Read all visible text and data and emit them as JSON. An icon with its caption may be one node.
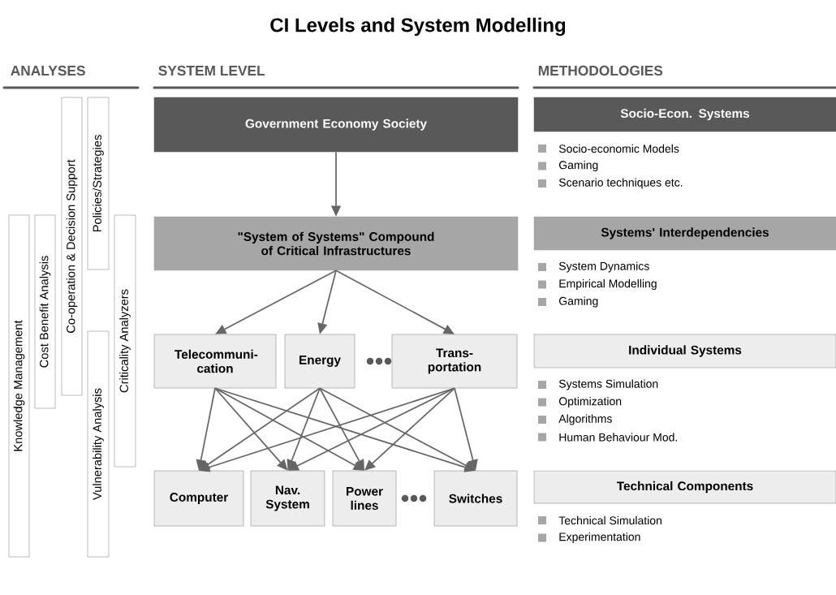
{
  "diagram": {
    "title": "CI Levels and System Modelling",
    "nodes": [
      {
        "text": [
          "Government Economy Society"
        ]
      },
      {
        "text": [
          "\"System of Systems\" Compound of Critical Infrastructures"
        ]
      },
      {
        "text": [
          "Telecommuni- cation"
        ]
      },
      {
        "text": [
          "Energy"
        ]
      },
      {
        "text": [
          "Trans- portation"
        ]
      },
      {
        "text": [
          "Computer"
        ]
      },
      {
        "text": [
          "Nav. System"
        ]
      },
      {
        "text": [
          "Power lines"
        ]
      },
      {
        "text": [
          "Switches"
        ]
      },
      {
        "text": [
          "Socio-Econ. Systems"
        ],
        "beside": [
          "Socio-economic Models",
          "Gaming",
          "Scenario techniques etc."
        ]
      },
      {
        "text": [
          "Systems' Interdependencies"
        ],
        "beside": [
          "System Dynamics",
          "Empirical Modelling",
          "Gaming"
        ]
      },
      {
        "text": [
          "Individual Systems"
        ],
        "beside": [
          "Systems Simulation",
          "Optimization",
          "Algorithms",
          "Human Behaviour Mod."
        ]
      },
      {
        "text": [
          "Technical Components"
        ],
        "beside": [
          "Technical Simulation",
          "Experimentation"
        ]
      },
      {
        "text": [
          "Knowledge Management"
        ]
      },
      {
        "text": [
          "Cost Benefit Analysis"
        ]
      },
      {
        "text": [
          "Co-operation & Decision Support"
        ]
      },
      {
        "text": [
          "Policies/Strategies"
        ]
      },
      {
        "text": [
          "Vulnerability Analysis"
        ]
      },
      {
        "text": [
          "Criticality Analyzers"
        ]
      }
    ],
    "edges": [
      {
        "from": 0,
        "to": 1,
        "arrow": "to"
      },
      {
        "from": 1,
        "to": 2,
        "arrow": "to"
      },
      {
        "from": 1,
        "to": 3,
        "arrow": "to"
      },
      {
        "from": 1,
        "to": 4,
        "arrow": "to"
      },
      {
        "from": 2,
        "to": 5,
        "arrow": "to"
      },
      {
        "from": 2,
        "to": 6,
        "arrow": "to"
      },
      {
        "from": 2,
        "to": 7,
        "arrow": "to"
      },
      {
        "from": 2,
        "to": 8,
        "arrow": "to"
      },
      {
        "from": 3,
        "to": 5,
        "arrow": "to"
      },
      {
        "from": 3,
        "to": 6,
        "arrow": "to"
      },
      {
        "from": 3,
        "to": 7,
        "arrow": "to"
      },
      {
        "from": 3,
        "to": 8,
        "arrow": "to"
      },
      {
        "from": 4,
        "to": 5,
        "arrow": "to"
      },
      {
        "from": 4,
        "to": 6,
        "arrow": "to"
      },
      {
        "from": 4,
        "to": 7,
        "arrow": "to"
      },
      {
        "from": 4,
        "to": 8,
        "arrow": "to"
      }
    ],
    "labels": [
      "ANALYSES",
      "SYSTEM LEVEL",
      "METHODOLOGIES"
    ]
  }
}
